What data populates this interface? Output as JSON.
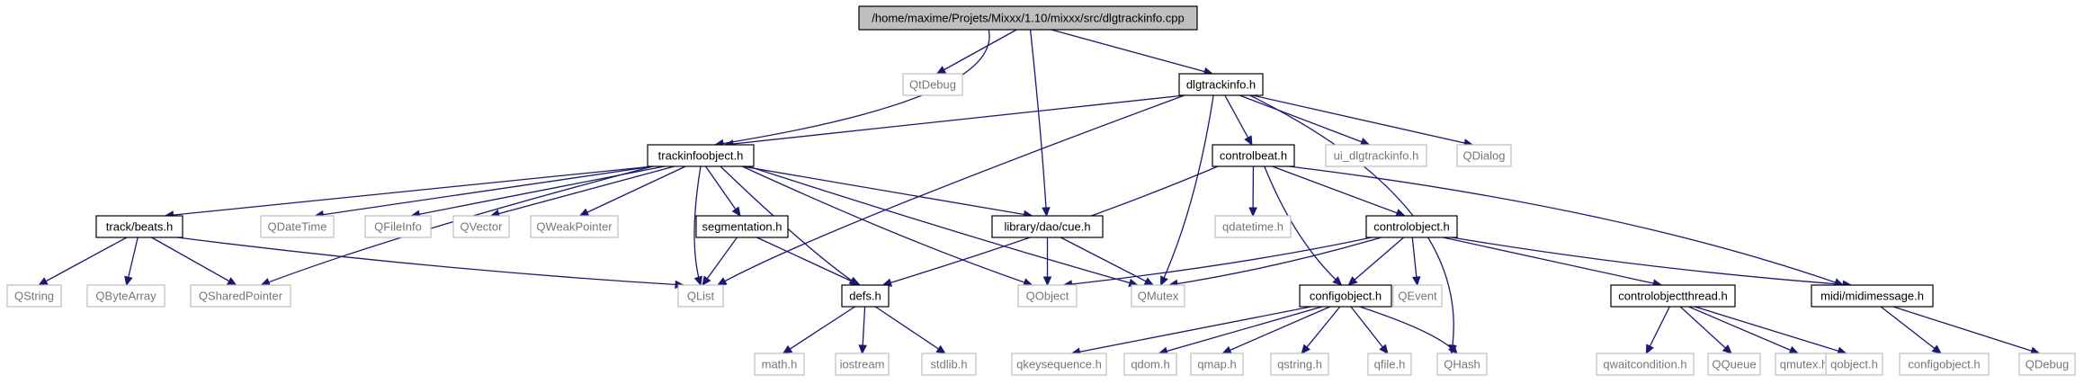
{
  "diagram": {
    "title": "",
    "colors": {
      "edge": "#191970",
      "root_fill": "#bfbfbf",
      "documented_border": "#000000",
      "external_border": "#bfbfbf",
      "text": "#000000",
      "external_text": "#000000"
    },
    "nodes": [
      {
        "id": "root",
        "label": "/home/maxime/Projets/Mixxx/1.10/mixxx/src/dlgtrackinfo.cpp",
        "kind": "root"
      },
      {
        "id": "qtdebug",
        "label": "QtDebug",
        "kind": "external"
      },
      {
        "id": "dlgtrackinfo_h",
        "label": "dlgtrackinfo.h",
        "kind": "documented"
      },
      {
        "id": "trackinfoobject_h",
        "label": "trackinfoobject.h",
        "kind": "documented"
      },
      {
        "id": "controlbeat_h",
        "label": "controlbeat.h",
        "kind": "documented"
      },
      {
        "id": "ui_dlgtrackinfo_h",
        "label": "ui_dlgtrackinfo.h",
        "kind": "external"
      },
      {
        "id": "qdialog",
        "label": "QDialog",
        "kind": "external"
      },
      {
        "id": "trackbeats_h",
        "label": "track/beats.h",
        "kind": "documented"
      },
      {
        "id": "qdatetime",
        "label": "QDateTime",
        "kind": "external"
      },
      {
        "id": "qfileinfo",
        "label": "QFileInfo",
        "kind": "external"
      },
      {
        "id": "qvector",
        "label": "QVector",
        "kind": "external"
      },
      {
        "id": "qweakpointer",
        "label": "QWeakPointer",
        "kind": "external"
      },
      {
        "id": "segmentation_h",
        "label": "segmentation.h",
        "kind": "documented"
      },
      {
        "id": "cue_h",
        "label": "library/dao/cue.h",
        "kind": "documented"
      },
      {
        "id": "qdatetime_h",
        "label": "qdatetime.h",
        "kind": "external"
      },
      {
        "id": "controlobject_h",
        "label": "controlobject.h",
        "kind": "documented"
      },
      {
        "id": "qstring",
        "label": "QString",
        "kind": "external"
      },
      {
        "id": "qbytearray",
        "label": "QByteArray",
        "kind": "external"
      },
      {
        "id": "qsharedpointer",
        "label": "QSharedPointer",
        "kind": "external"
      },
      {
        "id": "qlist",
        "label": "QList",
        "kind": "external"
      },
      {
        "id": "defs_h",
        "label": "defs.h",
        "kind": "documented"
      },
      {
        "id": "qobject",
        "label": "QObject",
        "kind": "external"
      },
      {
        "id": "qmutex",
        "label": "QMutex",
        "kind": "external"
      },
      {
        "id": "configobject_h",
        "label": "configobject.h",
        "kind": "documented"
      },
      {
        "id": "qevent",
        "label": "QEvent",
        "kind": "external"
      },
      {
        "id": "controlobjectthread_h",
        "label": "controlobjectthread.h",
        "kind": "documented"
      },
      {
        "id": "midimessage_h",
        "label": "midi/midimessage.h",
        "kind": "documented"
      },
      {
        "id": "math_h",
        "label": "math.h",
        "kind": "external"
      },
      {
        "id": "iostream",
        "label": "iostream",
        "kind": "external"
      },
      {
        "id": "stdlib_h",
        "label": "stdlib.h",
        "kind": "external"
      },
      {
        "id": "qkeysequence_h",
        "label": "qkeysequence.h",
        "kind": "external"
      },
      {
        "id": "qdom_h",
        "label": "qdom.h",
        "kind": "external"
      },
      {
        "id": "qmap_h",
        "label": "qmap.h",
        "kind": "external"
      },
      {
        "id": "qstring_h",
        "label": "qstring.h",
        "kind": "external"
      },
      {
        "id": "qfile_h",
        "label": "qfile.h",
        "kind": "external"
      },
      {
        "id": "qhash",
        "label": "QHash",
        "kind": "external"
      },
      {
        "id": "qwaitcondition_h",
        "label": "qwaitcondition.h",
        "kind": "external"
      },
      {
        "id": "qqueue",
        "label": "QQueue",
        "kind": "external"
      },
      {
        "id": "qmutex_h",
        "label": "qmutex.h",
        "kind": "external"
      },
      {
        "id": "qobject_h",
        "label": "qobject.h",
        "kind": "external"
      },
      {
        "id": "configobject_h2",
        "label": "configobject.h",
        "kind": "external"
      },
      {
        "id": "qdebug",
        "label": "QDebug",
        "kind": "external"
      }
    ],
    "edges": [
      [
        "root",
        "qtdebug"
      ],
      [
        "root",
        "dlgtrackinfo_h"
      ],
      [
        "root",
        "trackinfoobject_h"
      ],
      [
        "root",
        "cue_h"
      ],
      [
        "dlgtrackinfo_h",
        "trackinfoobject_h"
      ],
      [
        "dlgtrackinfo_h",
        "controlbeat_h"
      ],
      [
        "dlgtrackinfo_h",
        "ui_dlgtrackinfo_h"
      ],
      [
        "dlgtrackinfo_h",
        "qdialog"
      ],
      [
        "dlgtrackinfo_h",
        "qlist"
      ],
      [
        "dlgtrackinfo_h",
        "qmutex"
      ],
      [
        "dlgtrackinfo_h",
        "qhash"
      ],
      [
        "trackinfoobject_h",
        "trackbeats_h"
      ],
      [
        "trackinfoobject_h",
        "qdatetime"
      ],
      [
        "trackinfoobject_h",
        "qfileinfo"
      ],
      [
        "trackinfoobject_h",
        "qvector"
      ],
      [
        "trackinfoobject_h",
        "qweakpointer"
      ],
      [
        "trackinfoobject_h",
        "segmentation_h"
      ],
      [
        "trackinfoobject_h",
        "cue_h"
      ],
      [
        "trackinfoobject_h",
        "qsharedpointer"
      ],
      [
        "trackinfoobject_h",
        "qlist"
      ],
      [
        "trackinfoobject_h",
        "defs_h"
      ],
      [
        "trackinfoobject_h",
        "qobject"
      ],
      [
        "trackinfoobject_h",
        "qmutex"
      ],
      [
        "trackbeats_h",
        "qstring"
      ],
      [
        "trackbeats_h",
        "qbytearray"
      ],
      [
        "trackbeats_h",
        "qsharedpointer"
      ],
      [
        "trackbeats_h",
        "qlist"
      ],
      [
        "segmentation_h",
        "qlist"
      ],
      [
        "segmentation_h",
        "defs_h"
      ],
      [
        "cue_h",
        "qobject"
      ],
      [
        "cue_h",
        "qmutex"
      ],
      [
        "controlbeat_h",
        "qdatetime_h"
      ],
      [
        "controlbeat_h",
        "controlobject_h"
      ],
      [
        "controlbeat_h",
        "configobject_h"
      ],
      [
        "controlbeat_h",
        "midimessage_h"
      ],
      [
        "controlbeat_h",
        "defs_h"
      ],
      [
        "controlobject_h",
        "qobject"
      ],
      [
        "controlobject_h",
        "qmutex"
      ],
      [
        "controlobject_h",
        "configobject_h"
      ],
      [
        "controlobject_h",
        "qevent"
      ],
      [
        "controlobject_h",
        "controlobjectthread_h"
      ],
      [
        "controlobject_h",
        "midimessage_h"
      ],
      [
        "defs_h",
        "math_h"
      ],
      [
        "defs_h",
        "iostream"
      ],
      [
        "defs_h",
        "stdlib_h"
      ],
      [
        "configobject_h",
        "qkeysequence_h"
      ],
      [
        "configobject_h",
        "qdom_h"
      ],
      [
        "configobject_h",
        "qmap_h"
      ],
      [
        "configobject_h",
        "qstring_h"
      ],
      [
        "configobject_h",
        "qfile_h"
      ],
      [
        "configobject_h",
        "qhash"
      ],
      [
        "controlobjectthread_h",
        "qwaitcondition_h"
      ],
      [
        "controlobjectthread_h",
        "qqueue"
      ],
      [
        "controlobjectthread_h",
        "qmutex_h"
      ],
      [
        "controlobjectthread_h",
        "qobject_h"
      ],
      [
        "midimessage_h",
        "configobject_h2"
      ],
      [
        "midimessage_h",
        "qdebug"
      ]
    ]
  }
}
